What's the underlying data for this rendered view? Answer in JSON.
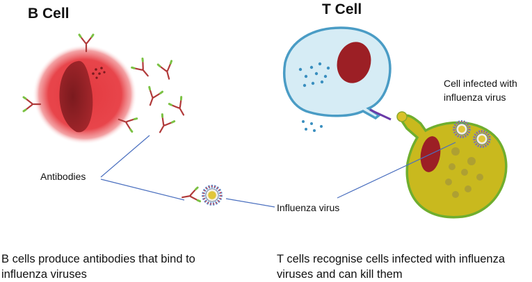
{
  "titles": {
    "b_cell": "B Cell",
    "t_cell": "T Cell"
  },
  "labels": {
    "antibodies": "Antibodies",
    "influenza_virus": "Influenza virus",
    "infected_cell_line1": "Cell infected with",
    "infected_cell_line2": "influenza virus"
  },
  "captions": {
    "b_cells": "B cells produce antibodies that bind to influenza viruses",
    "t_cells": "T cells recognise cells infected with influenza viruses and can kill them"
  },
  "colors": {
    "b_cell_glow": "#e8373d",
    "b_cell_nucleus": "#8a1e22",
    "t_cell_body": "#d6ecf5",
    "t_cell_border": "#4a9cc5",
    "t_cell_nucleus": "#9c1f25",
    "infected_cell_body": "#c9b91e",
    "infected_cell_border": "#6fae2e",
    "antibody_heavy": "#b13a3a",
    "antibody_tip": "#7bc143",
    "tcr_purple": "#6a3aa8",
    "leader_line": "#4a6fbf"
  }
}
